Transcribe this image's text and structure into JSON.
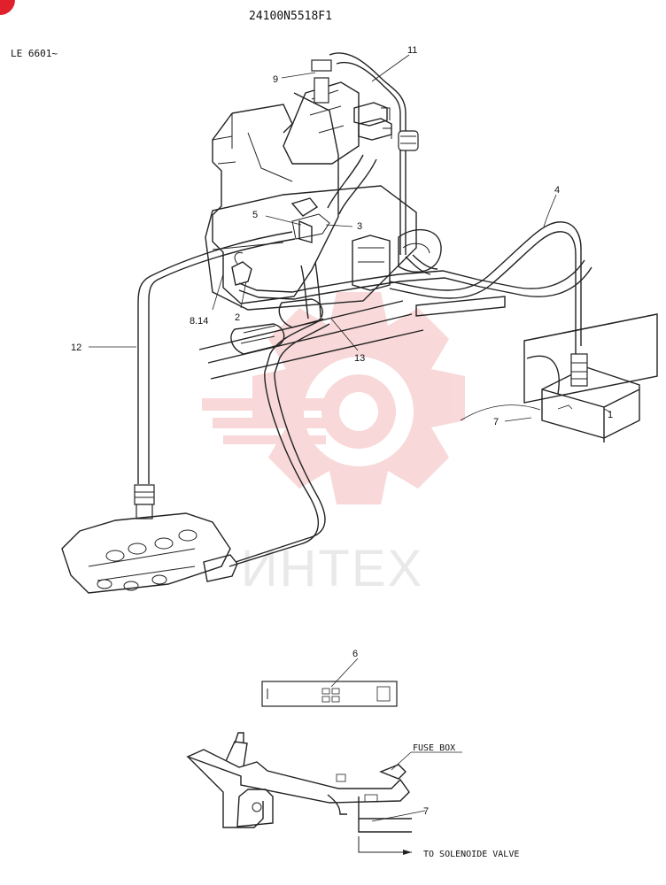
{
  "drawing_number": "24100N5518F1",
  "model_range": "LE 6601~",
  "watermark_text": "ИНТЕХ",
  "colors": {
    "watermark": "#f4b9b9",
    "corner_badge": "#e0202a",
    "ink": "#222222"
  },
  "callouts": {
    "c1": "1",
    "c2": "2",
    "c3": "3",
    "c4": "4",
    "c5": "5",
    "c6": "6",
    "c7a": "7",
    "c7b": "7",
    "c8_14": "8.14",
    "c9": "9",
    "c11": "11",
    "c12": "12",
    "c13": "13"
  },
  "notes": {
    "fuse_box": "FUSE BOX",
    "to_solenoide_valve": "TO SOLENOIDE VALVE"
  }
}
